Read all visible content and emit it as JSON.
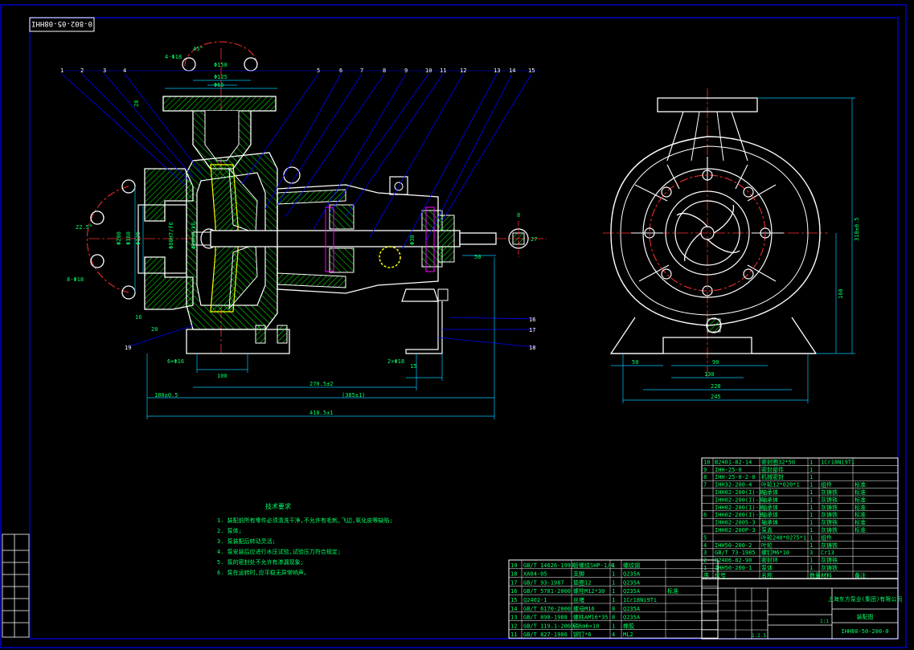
{
  "title_block": {
    "drawing_no_rotated": "0-802-05-08HHI",
    "company": "上海东方泵业(集团)有限公司",
    "drawing_name": "装配图",
    "drawing_code": "IHH80-50-200-0",
    "scale": "1:1",
    "sheet": "1:2.5"
  },
  "part_balloons": [
    "1",
    "2",
    "3",
    "4",
    "5",
    "6",
    "7",
    "8",
    "9",
    "10",
    "11",
    "12",
    "13",
    "14",
    "15",
    "16",
    "17",
    "18",
    "19"
  ],
  "dimensions": {
    "top_angle": "45°",
    "top_holes": "4-Φ18",
    "flange_d1": "Φ158",
    "flange_d2": "Φ125",
    "flange_d3": "Φ65",
    "left_holes": "8-Φ18",
    "left_angle": "22.5°",
    "bore_1": "Φ200",
    "bore_2": "Φ160",
    "bore_3": "Φ125",
    "bore_4": "Φ80H7/f6",
    "shaft_fit": "Φ20H7/k6",
    "shaft_dia": "Φ38",
    "dim_50": "50",
    "dim_28": "28",
    "dim_16": "16",
    "dim_20": "20",
    "dim_100": "100",
    "dim_2_holes": "2×Φ18",
    "dim_15": "15",
    "dim_6holes": "6×Φ16",
    "dim_2705": "270.5±2",
    "dim_385": "(385±1)",
    "dim_180": "180±0.5",
    "dim_4185": "418.5±1",
    "dim_key": "8",
    "dim_key2": "27",
    "right_dim_318": "318±0.5",
    "right_dim_160": "160",
    "right_dim_50": "50",
    "right_dim_90": "90",
    "right_dim_130": "130",
    "right_dim_228": "228",
    "right_dim_245": "245"
  },
  "tech_requirements": {
    "title": "技术要求",
    "items": [
      "1. 装配前所有零件必须清洗干净,不允许有毛刺,飞边,氧化皮等缺陷;",
      "2. 泵体;",
      "3. 泵装配后转动灵活;",
      "4. 泵安装后应进行水压试验,试验压力符合规定;",
      "5. 泵的密封处不允许有渗漏现象;",
      "6. 泵在运转时,应平稳无异常响声。"
    ]
  },
  "bom_left": [
    {
      "no": "19",
      "code": "GB/T 14626-1993",
      "name": "管螺纹SHP-1/4",
      "qty": "1",
      "mat": "螺纹钢",
      "note": ""
    },
    {
      "no": "18",
      "code": "XA04-05",
      "name": "支脚",
      "qty": "1",
      "mat": "Q235A",
      "note": ""
    },
    {
      "no": "17",
      "code": "GB/T 93-1987",
      "name": "垫圈12",
      "qty": "1",
      "mat": "Q235A",
      "note": ""
    },
    {
      "no": "16",
      "code": "GB/T 5781-2000",
      "name": "螺栓M12*30",
      "qty": "1",
      "mat": "Q235A",
      "note": "标准"
    },
    {
      "no": "15",
      "code": "Q2402-1",
      "name": "丝堵",
      "qty": "1",
      "mat": "1Cr18Ni9Ti",
      "note": ""
    },
    {
      "no": "14",
      "code": "GB/T 6170-2000",
      "name": "螺母M16",
      "qty": "8",
      "mat": "Q235A",
      "note": ""
    },
    {
      "no": "13",
      "code": "GB/T 898-1988",
      "name": "螺柱AM16*35",
      "qty": "8",
      "mat": "Q235A",
      "note": ""
    },
    {
      "no": "12",
      "code": "GB/T 119.1-2000",
      "name": "销6m6×10",
      "qty": "1",
      "mat": "橡胶",
      "note": ""
    },
    {
      "no": "11",
      "code": "GB/T 827-1986",
      "name": "铆钉*6",
      "qty": "4",
      "mat": "ML2",
      "note": ""
    }
  ],
  "bom_right": [
    {
      "no": "10",
      "code": "B2401-82-14",
      "name": "密封圈32*50",
      "qty": "1",
      "mat": "1Cr18Ni9Ti",
      "note": ""
    },
    {
      "no": "9",
      "code": "IHH-25-0",
      "name": "密封部件",
      "qty": "1",
      "mat": "",
      "note": ""
    },
    {
      "no": "8",
      "code": "IHH-25-0-2-0",
      "name": "机械密封",
      "qty": "1",
      "mat": "",
      "note": ""
    },
    {
      "no": "7",
      "code": "IHH32-200-4",
      "name": "叶轮12*020*1",
      "qty": "1",
      "mat": "组件",
      "note": "标准"
    },
    {
      "no": "",
      "code": "IHH02-200(I)-3",
      "name": "轴承体",
      "qty": "1",
      "mat": "灰铸铁",
      "note": "标准"
    },
    {
      "no": "",
      "code": "IHH02-200(I)-3",
      "name": "轴承体",
      "qty": "1",
      "mat": "灰铸铁",
      "note": "标准"
    },
    {
      "no": "",
      "code": "IHH02-200(I)-3",
      "name": "轴承体",
      "qty": "1",
      "mat": "灰铸铁",
      "note": "标准"
    },
    {
      "no": "6",
      "code": "IHH02-200(I)-3",
      "name": "轴承体",
      "qty": "1",
      "mat": "灰铸铁",
      "note": "标准"
    },
    {
      "no": "",
      "code": "IHH02-2005-3",
      "name": "轴承体",
      "qty": "1",
      "mat": "灰铸铁",
      "note": "标准"
    },
    {
      "no": "",
      "code": "IHH02-200P-3",
      "name": "泵盖",
      "qty": "1",
      "mat": "灰铸铁",
      "note": "标准"
    },
    {
      "no": "5",
      "code": "",
      "name": "叶轮240*0275*1",
      "qty": "1",
      "mat": "组件",
      "note": ""
    },
    {
      "no": "4",
      "code": "IHH50-200-2",
      "name": "叶轮",
      "qty": "1",
      "mat": "灰铸铁",
      "note": ""
    },
    {
      "no": "3",
      "code": "GB/T 73-1985",
      "name": "螺钉M6*10",
      "qty": "3",
      "mat": "Cr13",
      "note": ""
    },
    {
      "no": "2",
      "code": "B2406-82-90",
      "name": "密封环",
      "qty": "1",
      "mat": "灰铸铁",
      "note": ""
    },
    {
      "no": "1",
      "code": "IHH50-200-1",
      "name": "泵体",
      "qty": "1",
      "mat": "灰铸铁",
      "note": ""
    }
  ],
  "bom_header": {
    "no": "序",
    "code": "代号",
    "name": "名称",
    "qty": "数量",
    "mat": "材料",
    "note": "备注"
  },
  "colors": {
    "frame": "#0000c8",
    "geometry": "#ffffff",
    "hatch": "#00ff00",
    "dimension": "#00c8ff",
    "centerline": "#ff3030",
    "accent": "#ffff00",
    "section": "#ff00ff",
    "text": "#00ff66"
  }
}
